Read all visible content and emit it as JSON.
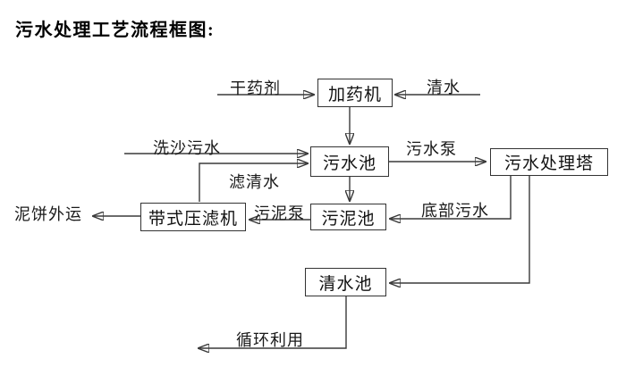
{
  "title": "污水处理工艺流程框图:",
  "nodes": {
    "dosing_machine": "加药机",
    "sewage_pool": "污水池",
    "treatment_tower": "污水处理塔",
    "sludge_pool": "污泥池",
    "belt_filter_press": "带式压滤机",
    "clean_water_pool": "清水池"
  },
  "flow_labels": {
    "dry_agent": "干药剂",
    "clean_water": "清水",
    "sand_washing_sewage": "洗沙污水",
    "sewage_pump": "污水泵",
    "filtered_water": "滤清水",
    "sludge_pump": "污泥泵",
    "mud_cake_out": "泥饼外运",
    "bottom_sewage": "底部污水",
    "recycle": "循环利用"
  },
  "colors": {
    "background": "#ffffff",
    "line": "#3a3a3a",
    "box_border": "#333333",
    "text": "#111111"
  }
}
